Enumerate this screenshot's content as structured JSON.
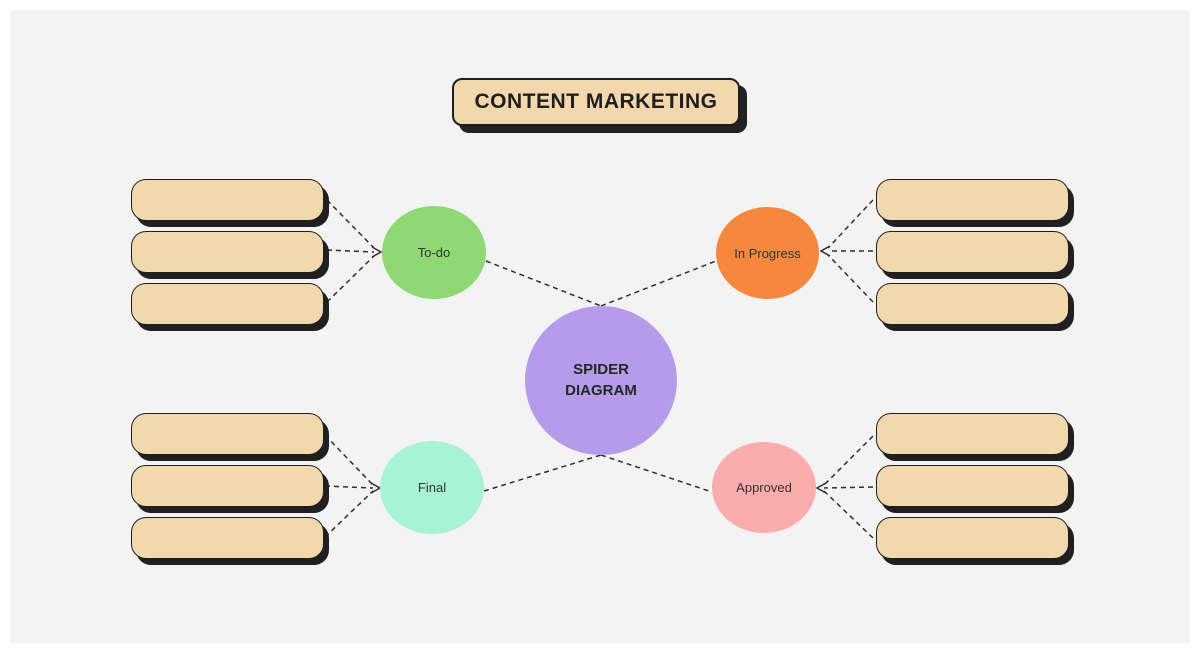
{
  "palette": {
    "canvas_bg": "#f3f3f4",
    "margin_bg": "#ffffff",
    "box_fill": "#f3d7ad",
    "box_border": "#1f1f1f",
    "shadow": "#202020",
    "connector": "#2e2e2e"
  },
  "title": {
    "label": "CONTENT MARKETING"
  },
  "center": {
    "label": "SPIDER DIAGRAM",
    "color": "#b49ceb"
  },
  "nodes": {
    "todo": {
      "label": "To-do",
      "color": "#8fd873"
    },
    "in_progress": {
      "label": "In Progress",
      "color": "#f6873d"
    },
    "final": {
      "label": "Final",
      "color": "#a7f3d6"
    },
    "approved": {
      "label": "Approved",
      "color": "#fbacac"
    }
  },
  "item_boxes": {
    "count_per_node": 3,
    "content": ""
  }
}
